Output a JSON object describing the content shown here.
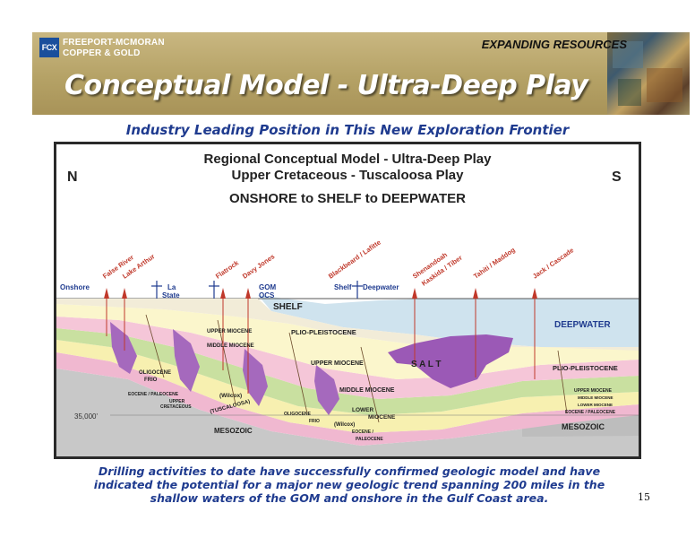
{
  "header": {
    "company_line1": "FREEPORT-MCMORAN",
    "company_line2": "COPPER & GOLD",
    "logo_mark": "FCX",
    "tagline": "EXPANDING RESOURCES",
    "title": "Conceptual Model - Ultra-Deep Play",
    "subtitle": "Industry Leading Position in This New Exploration Frontier"
  },
  "figure": {
    "title_line1": "Regional Conceptual Model - Ultra-Deep Play",
    "title_line2": "Upper Cretaceous - Tuscaloosa Play",
    "title_line3": "ONSHORE to SHELF to DEEPWATER",
    "north": "N",
    "south": "S",
    "zones": {
      "onshore": "Onshore",
      "la_state_1": "La",
      "la_state_2": "State",
      "gom_ocs_1": "GOM",
      "gom_ocs_2": "OCS",
      "shelf_deepwater_left": "Shelf",
      "shelf_deepwater_right": "Deepwater"
    },
    "wells": {
      "false_river": "False River",
      "lake_arthur": "Lake Arthur",
      "flatrock": "Flatrock",
      "davy_jones": "Davy Jones",
      "blackbeard_lafitte": "Blackbeard / Lafitte",
      "shenandoah": "Shenandoah",
      "kaskida_tiber": "Kaskida / Tiber",
      "tahiti_maddog": "Tahiti / Maddog",
      "jack_cascade": "Jack / Cascade"
    },
    "units": {
      "shelf": "SHELF",
      "deepwater": "DEEPWATER",
      "plio_pleistocene_left": "PLIO-PLEISTOCENE",
      "plio_pleistocene_right": "PLIO-PLEISTOCENE",
      "upper_miocene_a": "UPPER MIOCENE",
      "upper_miocene_b": "UPPER MIOCENE",
      "upper_miocene_right": "UPPER MIOCENE",
      "middle_miocene_a": "MIDDLE MIOCENE",
      "middle_miocene_b": "MIDDLE MIOCENE",
      "middle_miocene_right": "MIDDLE MIOCENE",
      "lower_miocene_1": "LOWER",
      "lower_miocene_2": "MIOCENE",
      "lower_miocene_right": "LOWER MIOCENE",
      "salt": "S A L T",
      "oligocene_frio_1": "OLIGOCENE",
      "oligocene_frio_2": "FRIO",
      "oligocene_frio_b1": "OLIGOCENE",
      "oligocene_frio_b2": "FRIO",
      "eocene_paleocene_a": "EOCENE / PALEOCENE",
      "eocene_paleocene_b1": "EOCENE /",
      "eocene_paleocene_b2": "PALEOCENE",
      "eocene_paleocene_right": "EOCENE / PALEOCENE",
      "upper_cretaceous_1": "UPPER",
      "upper_cretaceous_2": "CRETACEOUS",
      "wilcox_a": "(Wilcox)",
      "wilcox_b": "(Wilcox)",
      "tuscaloosa": "(TUSCALOOSA)",
      "mesozoic_left": "MESOZOIC",
      "mesozoic_right": "MESOZOIC",
      "depth_label": "35,000'"
    }
  },
  "caption": "Drilling activities to date have successfully confirmed geologic model and have indicated the potential for a major new geologic trend spanning 200 miles in the shallow waters of the GOM and onshore in the Gulf Coast area.",
  "page_number": "15",
  "colors": {
    "header_gold": "#b5a266",
    "title_blue": "#1f3b8f",
    "salt_purple": "#9b59b6",
    "water_blue": "#cfe3ee",
    "well_red": "#c0392b",
    "pink_layer": "#f0b8d0",
    "yellow_layer": "#f7f0b0",
    "green_layer": "#c9e0a0",
    "mesozoic_grey": "#c8c8c8"
  }
}
